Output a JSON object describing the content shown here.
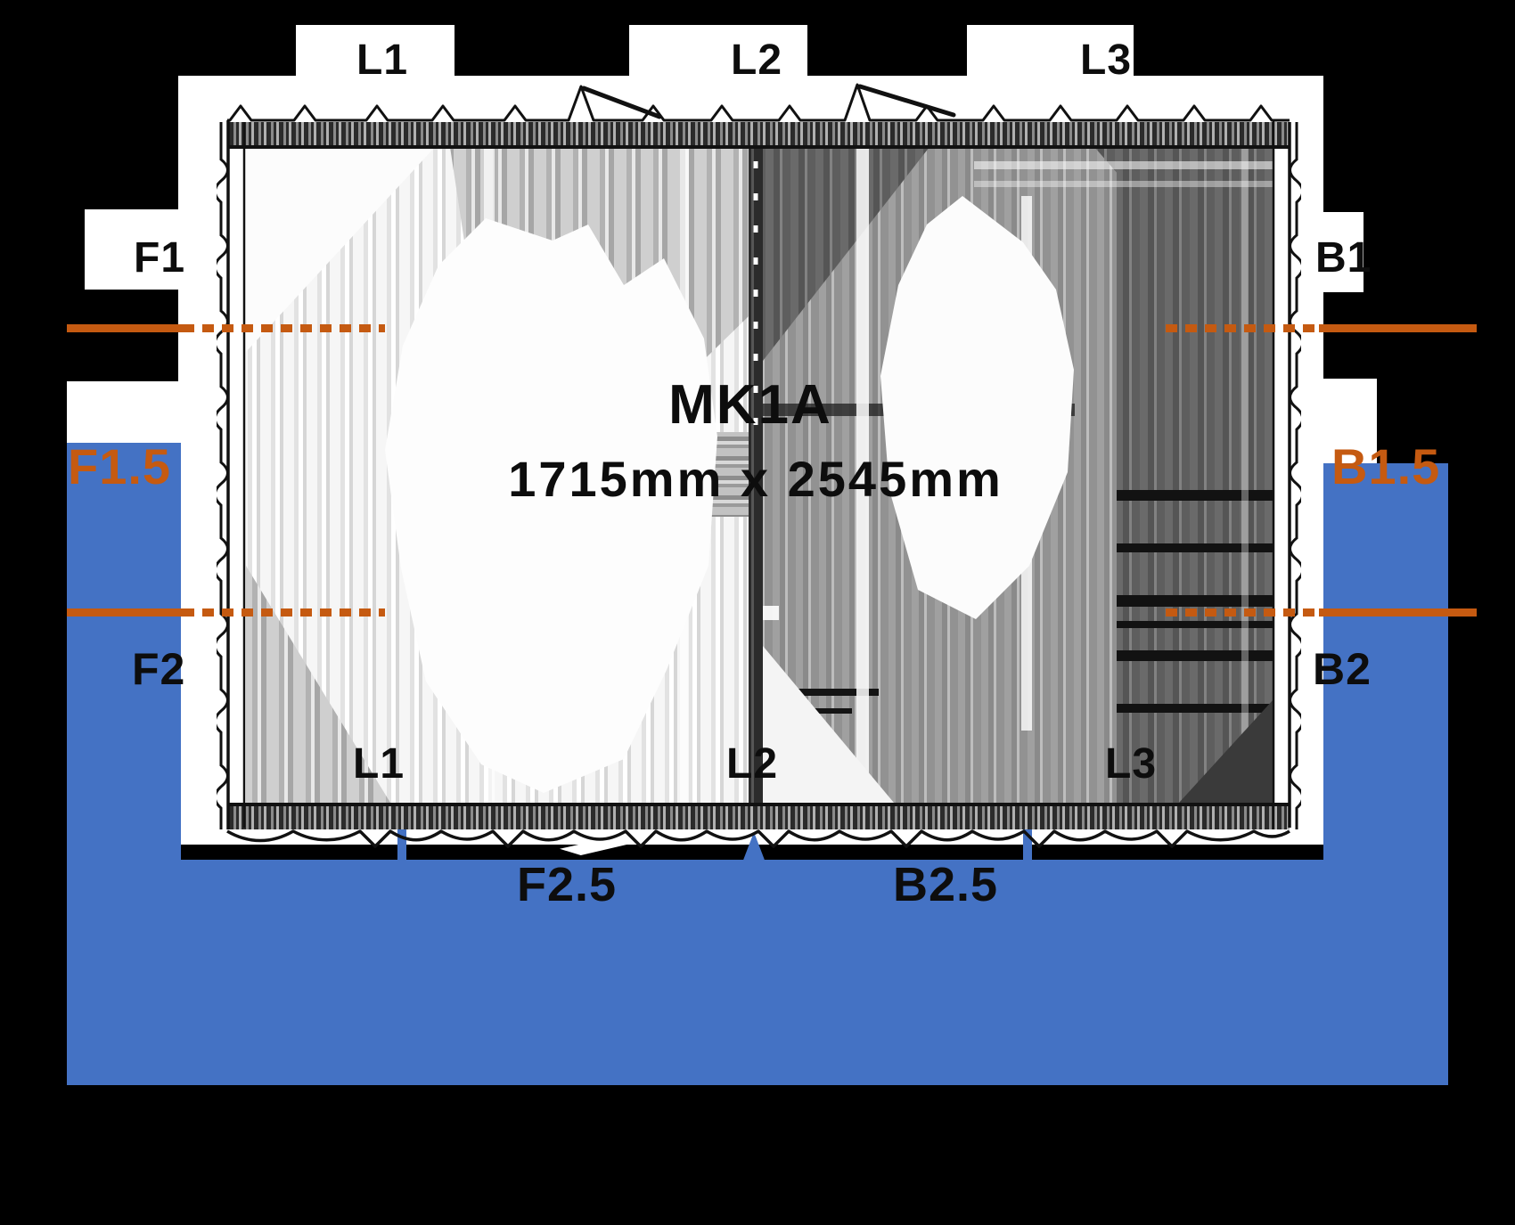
{
  "diagram": {
    "model": "MK1A",
    "size": "1715mm x 2545mm"
  },
  "labels": {
    "top": [
      "L1",
      "L2",
      "L3"
    ],
    "bottom": [
      "L1",
      "L2",
      "L3"
    ],
    "left": [
      "F1",
      "F1.5",
      "F2"
    ],
    "right": [
      "B1",
      "B1.5",
      "B2"
    ],
    "footer": [
      "F2.5",
      "B2.5"
    ]
  },
  "colors": {
    "orange": "#C55A11",
    "blue": "#4472C4"
  }
}
